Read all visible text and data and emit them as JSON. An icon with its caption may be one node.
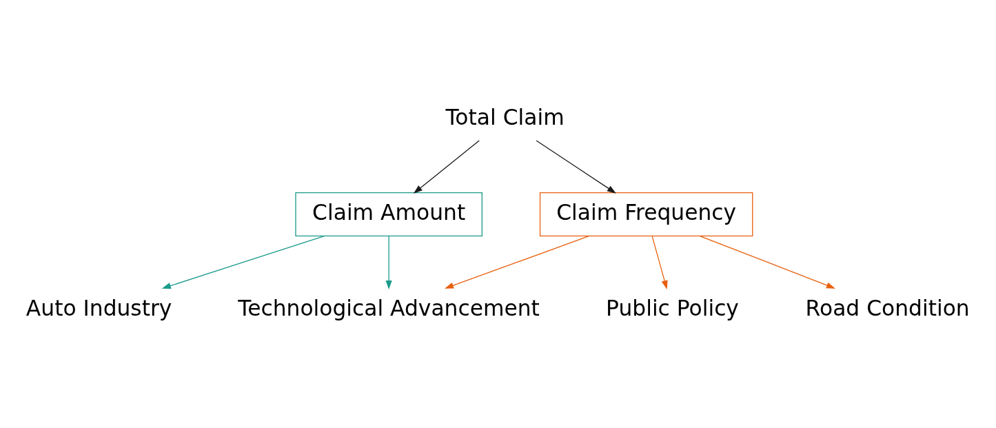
{
  "diagram": {
    "nodes": [
      {
        "text": [
          "Total Claim"
        ]
      },
      {
        "text": [
          "Claim Amount"
        ]
      },
      {
        "text": [
          "Claim Frequency"
        ]
      },
      {
        "text": [
          "Auto Industry"
        ]
      },
      {
        "text": [
          "Technological Advancement"
        ]
      },
      {
        "text": [
          "Public Policy"
        ]
      },
      {
        "text": [
          "Road Condition"
        ]
      }
    ],
    "edges": [
      {
        "from": 0,
        "to": 1,
        "arrow": "to",
        "color": "#1a1a1a"
      },
      {
        "from": 0,
        "to": 2,
        "arrow": "to",
        "color": "#1a1a1a"
      },
      {
        "from": 1,
        "to": 3,
        "arrow": "to",
        "color": "#1a9a8a"
      },
      {
        "from": 1,
        "to": 4,
        "arrow": "to",
        "color": "#1a9a8a"
      },
      {
        "from": 2,
        "to": 4,
        "arrow": "to",
        "color": "#e8600f"
      },
      {
        "from": 2,
        "to": 5,
        "arrow": "to",
        "color": "#e8600f"
      },
      {
        "from": 2,
        "to": 6,
        "arrow": "to",
        "color": "#e8600f"
      }
    ]
  }
}
